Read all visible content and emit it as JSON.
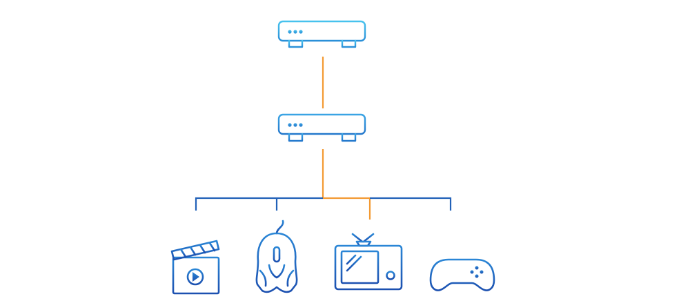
{
  "diagram": {
    "nodes": [
      {
        "id": "router",
        "icon": "wifi-router-icon"
      },
      {
        "id": "modem",
        "icon": "modem-icon"
      },
      {
        "id": "media",
        "icon": "clapperboard-play-icon"
      },
      {
        "id": "mouse",
        "icon": "gaming-mouse-icon"
      },
      {
        "id": "tv",
        "icon": "tv-icon"
      },
      {
        "id": "gamepad",
        "icon": "gamepad-icon"
      }
    ],
    "edges": [
      {
        "from": "router",
        "to": "modem",
        "color": "orange"
      },
      {
        "from": "modem",
        "to": "media",
        "color": "blue"
      },
      {
        "from": "modem",
        "to": "mouse",
        "color": "blue"
      },
      {
        "from": "modem",
        "to": "tv",
        "color": "orange"
      },
      {
        "from": "modem",
        "to": "gamepad",
        "color": "blue"
      }
    ],
    "colors": {
      "router_top": "#3fb8ea",
      "router_bottom": "#2a8fd8",
      "device": "#1f5cb8",
      "device_light": "#2d7fd0",
      "highlight_link": "#f39a33",
      "link": "#2261b8",
      "background": "#ffffff"
    }
  }
}
